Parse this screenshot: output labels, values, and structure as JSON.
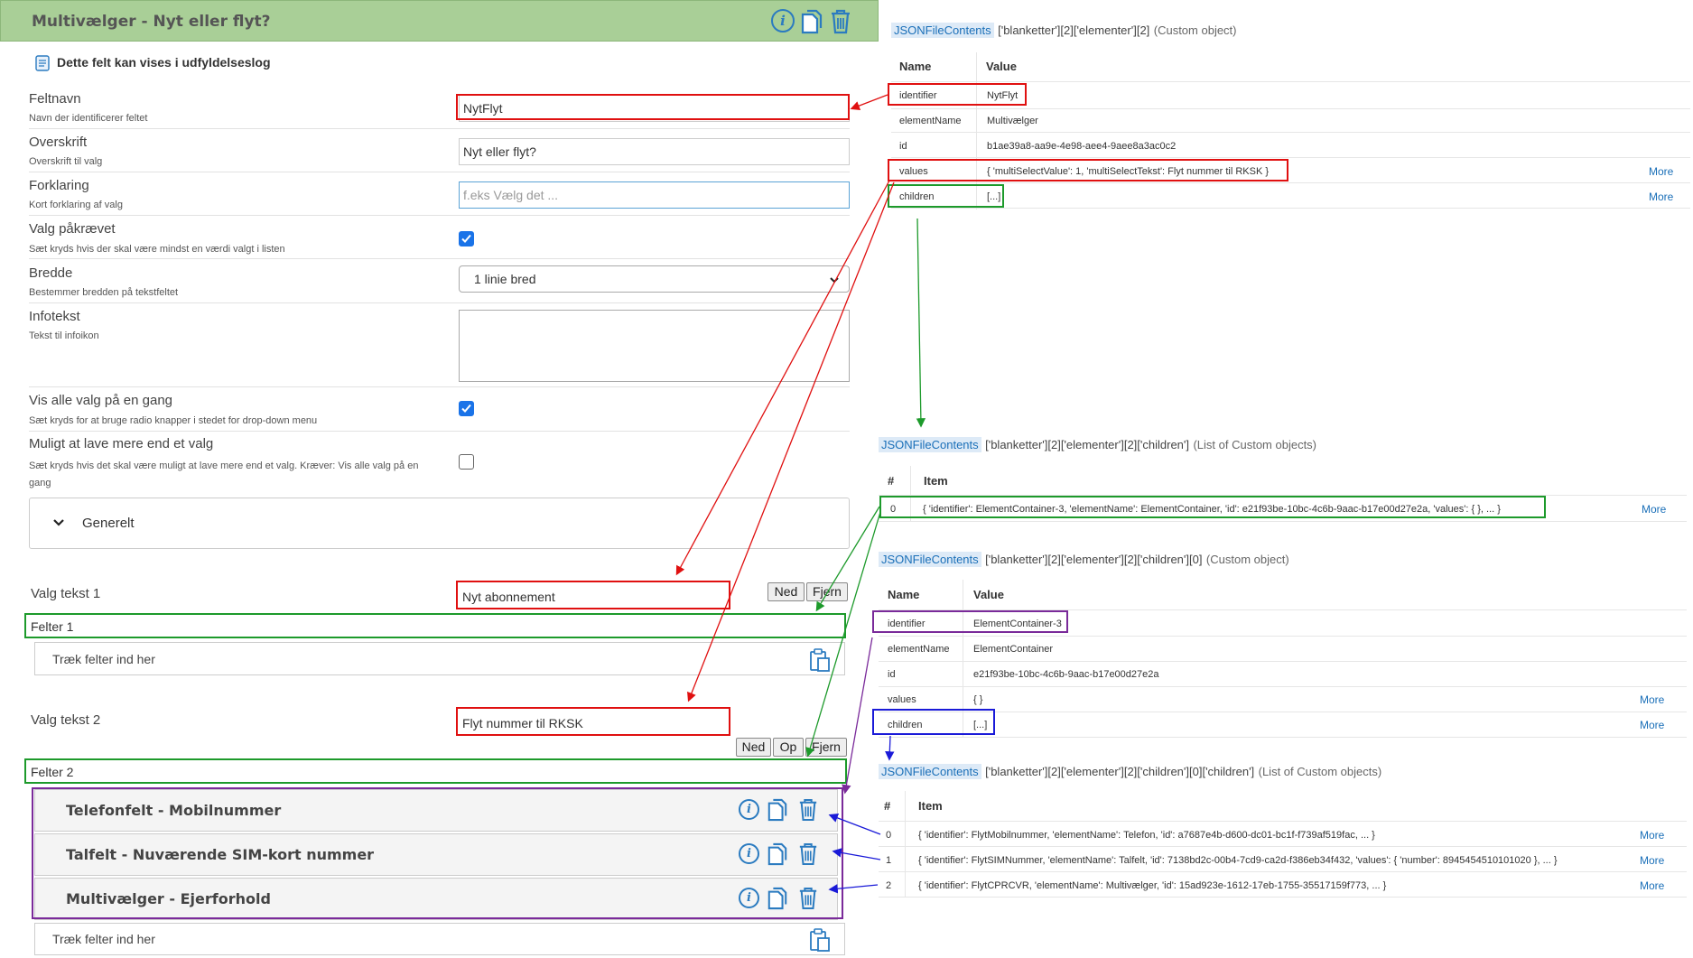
{
  "panel": {
    "title": "Multivælger - Nyt eller flyt?",
    "log_label": "Dette felt kan vises i udfyldelseslog",
    "icons": [
      "info-icon",
      "copy-icon",
      "trash-icon"
    ],
    "accent_color": "#a9cf97"
  },
  "form": {
    "feltnavn": {
      "label": "Feltnavn",
      "sub": "Navn der identificerer feltet",
      "value": "NytFlyt"
    },
    "overskrift": {
      "label": "Overskrift",
      "sub": "Overskrift til valg",
      "value": "Nyt eller flyt?"
    },
    "forklaring": {
      "label": "Forklaring",
      "sub": "Kort forklaring af valg",
      "placeholder": "f.eks Vælg det ..."
    },
    "paakraevet": {
      "label": "Valg påkrævet",
      "sub": "Sæt kryds hvis der skal være mindst en værdi valgt i listen",
      "checked": true
    },
    "bredde": {
      "label": "Bredde",
      "sub": "Bestemmer bredden på tekstfeltet",
      "selected": "1 linie bred"
    },
    "infotekst": {
      "label": "Infotekst",
      "sub": "Tekst til infoikon",
      "value": ""
    },
    "vis_alle": {
      "label": "Vis alle valg på en gang",
      "sub": "Sæt kryds for at bruge radio knapper i stedet for drop-down menu",
      "checked": true
    },
    "mere_end_et": {
      "label": "Muligt at lave mere end et valg",
      "sub": "Sæt kryds hvis det skal være muligt at lave mere end et valg. Kræver: Vis alle valg på en gang",
      "checked": false
    },
    "generelt": "Generelt"
  },
  "options": [
    {
      "label": "Valg tekst 1",
      "value": "Nyt abonnement",
      "buttons": [
        "Ned",
        "Fjern"
      ],
      "felter": "Felter 1",
      "drop": "Træk felter ind her"
    },
    {
      "label": "Valg tekst 2",
      "value": "Flyt nummer til RKSK",
      "buttons": [
        "Ned",
        "Op",
        "Fjern"
      ],
      "felter": "Felter 2",
      "drop": "Træk felter ind her"
    }
  ],
  "sub_items": [
    {
      "title": "Telefonfelt - Mobilnummer"
    },
    {
      "title": "Talfelt - Nuværende SIM-kort nummer"
    },
    {
      "title": "Multivælger - Ejerforhold"
    }
  ],
  "json1": {
    "link": "JSONFileContents",
    "path": "['blanketter'][2]['elementer'][2]",
    "type": "(Custom object)",
    "col_name": "Name",
    "col_value": "Value",
    "rows": [
      {
        "name": "identifier",
        "value": "NytFlyt",
        "more": ""
      },
      {
        "name": "elementName",
        "value": "Multivælger",
        "more": ""
      },
      {
        "name": "id",
        "value": "b1ae39a8-aa9e-4e98-aee4-9aee8a3ac0c2",
        "more": ""
      },
      {
        "name": "values",
        "value": "{ 'multiSelectValue': 1, 'multiSelectTekst': Flyt nummer til RKSK }",
        "more": "More"
      },
      {
        "name": "children",
        "value": "[...]",
        "more": "More"
      }
    ]
  },
  "json2": {
    "link": "JSONFileContents",
    "path": "['blanketter'][2]['elementer'][2]['children']",
    "type": "(List of Custom objects)",
    "col_index": "#",
    "col_item": "Item",
    "rows": [
      {
        "index": "0",
        "item": "{ 'identifier': ElementContainer-3, 'elementName': ElementContainer, 'id': e21f93be-10bc-4c6b-9aac-b17e00d27e2a, 'values': {  }, ... }",
        "more": "More"
      }
    ]
  },
  "json3": {
    "link": "JSONFileContents",
    "path": "['blanketter'][2]['elementer'][2]['children'][0]",
    "type": "(Custom object)",
    "col_name": "Name",
    "col_value": "Value",
    "rows": [
      {
        "name": "identifier",
        "value": "ElementContainer-3",
        "more": ""
      },
      {
        "name": "elementName",
        "value": "ElementContainer",
        "more": ""
      },
      {
        "name": "id",
        "value": "e21f93be-10bc-4c6b-9aac-b17e00d27e2a",
        "more": ""
      },
      {
        "name": "values",
        "value": "{ }",
        "more": "More"
      },
      {
        "name": "children",
        "value": "[...]",
        "more": "More"
      }
    ]
  },
  "json4": {
    "link": "JSONFileContents",
    "path": "['blanketter'][2]['elementer'][2]['children'][0]['children']",
    "type": "(List of Custom objects)",
    "col_index": "#",
    "col_item": "Item",
    "rows": [
      {
        "index": "0",
        "item": "{ 'identifier': FlytMobilnummer, 'elementName': Telefon, 'id': a7687e4b-d600-dc01-bc1f-f739af519fac, ... }",
        "more": "More"
      },
      {
        "index": "1",
        "item": "{ 'identifier': FlytSIMNummer, 'elementName': Talfelt, 'id': 7138bd2c-00b4-7cd9-ca2d-f386eb34f432, 'values': { 'number': 8945454510101020 }, ... }",
        "more": "More"
      },
      {
        "index": "2",
        "item": "{ 'identifier': FlytCPRCVR, 'elementName': Multivælger, 'id': 15ad923e-1612-17eb-1755-35517159f773, ... }",
        "more": "More"
      }
    ]
  },
  "annotation_colors": {
    "red": "#e01010",
    "green": "#1d9a2b",
    "purple": "#7a2a9a",
    "blue": "#1a1ad8"
  }
}
